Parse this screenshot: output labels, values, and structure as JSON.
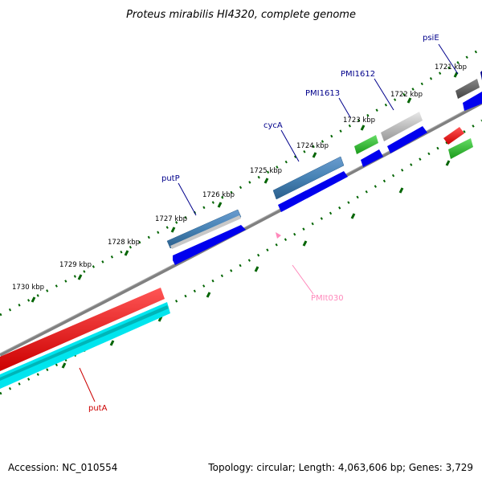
{
  "title": "Proteus mirabilis HI4320, complete genome",
  "accession": "Accession: NC_010554",
  "topology": "Topology: circular; Length: 4,063,606 bp; Genes: 3,729",
  "ticks": [
    "1721 kbp",
    "1722 kbp",
    "1723 kbp",
    "1724 kbp",
    "1725 kbp",
    "1726 kbp",
    "1727 kbp",
    "1728 kbp",
    "1729 kbp",
    "1730 kbp"
  ],
  "genes": {
    "psiE": "psiE",
    "pmi1612": "PMI1612",
    "pmi1613": "PMI1613",
    "cycA": "cycA",
    "putP": "putP",
    "putA": "putA",
    "pmit030": "PMIt030"
  },
  "colors": {
    "backbone": "#808080",
    "tick": "#006400",
    "cds": "#0000ee",
    "gene_label": "#00008b",
    "putA_label": "#cc0000",
    "trna_label": "#ff88bb",
    "red_feature": "#ee0000",
    "cyan_feature": "#00e5ee",
    "green_feature": "#22bb22",
    "steelblue_feature": "#4682b4",
    "gray_feature": "#b0b0b0"
  }
}
